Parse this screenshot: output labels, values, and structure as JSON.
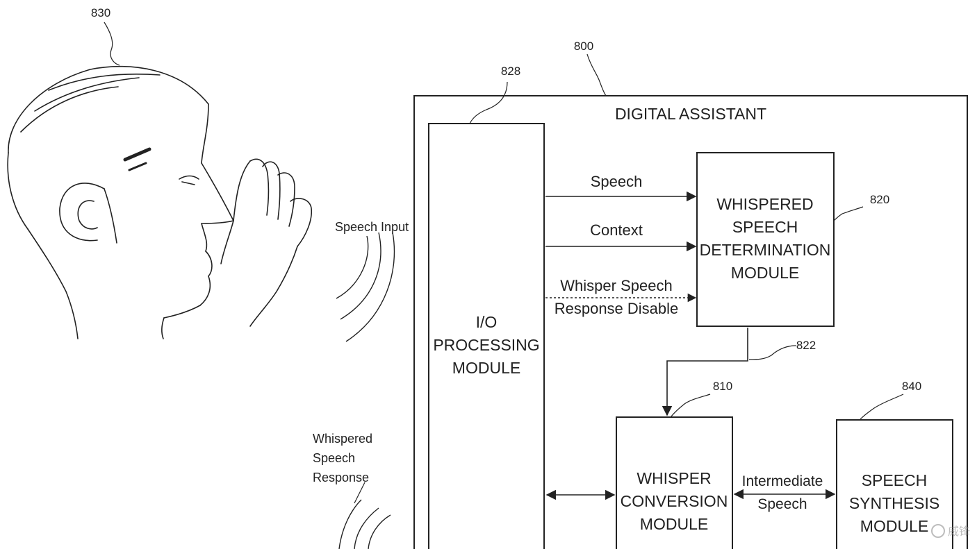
{
  "refs": {
    "person": "830",
    "assistant": "800",
    "io": "828",
    "whisper_det": "820",
    "connector": "822",
    "conversion": "810",
    "synthesis": "840"
  },
  "assistant_title": "DIGITAL ASSISTANT",
  "io_module": [
    "I/O",
    "PROCESSING",
    "MODULE"
  ],
  "whisper_det_module": [
    "WHISPERED",
    "SPEECH",
    "DETERMINATION",
    "MODULE"
  ],
  "conversion_module": [
    "WHISPER",
    "CONVERSION",
    "MODULE"
  ],
  "synthesis_module": [
    "SPEECH",
    "SYNTHESIS",
    "MODULE"
  ],
  "signals": {
    "speech": "Speech",
    "context": "Context",
    "disable": [
      "Whisper Speech",
      "Response Disable"
    ],
    "intermediate": [
      "Intermediate",
      "Speech"
    ]
  },
  "external": {
    "speech_input": "Speech Input",
    "whispered_response": [
      "Whispered",
      "Speech",
      "Response"
    ]
  },
  "watermark": "威锋"
}
